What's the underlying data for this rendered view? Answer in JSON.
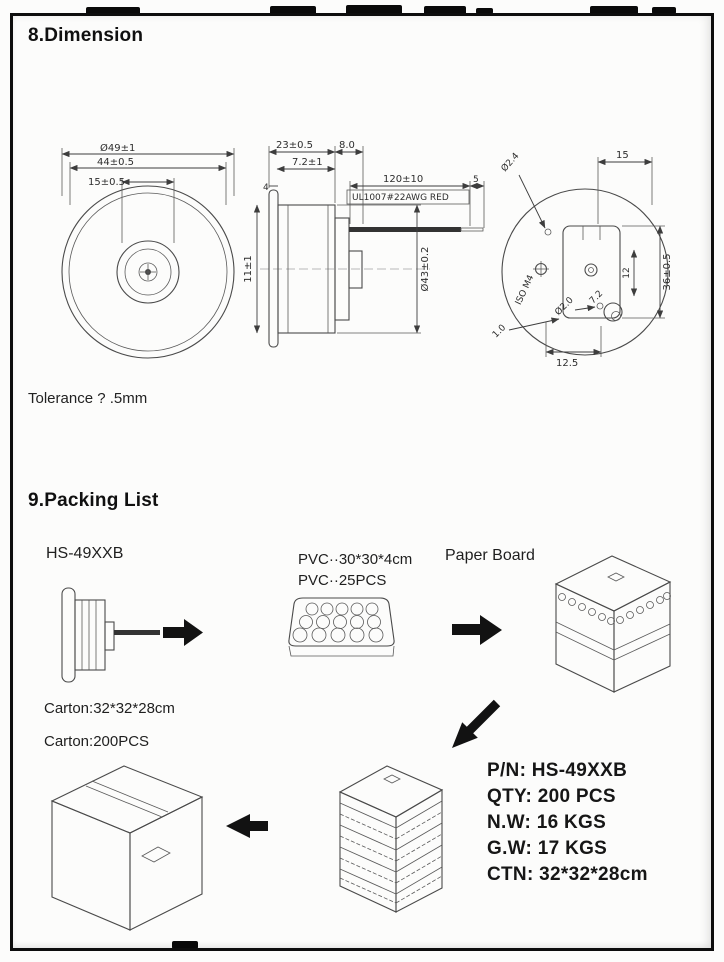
{
  "sections": {
    "dimension_title": "8.Dimension",
    "tolerance_note": "Tolerance ? .5mm",
    "packing_title": "9.Packing List"
  },
  "front_view": {
    "dia_outer": "Ø49±1",
    "dim_44": "44±0.5",
    "dim_15": "15±0.5"
  },
  "side_view": {
    "dim_23": "23±0.5",
    "dim_8": "8.0",
    "dim_72": "7.2±1",
    "dim_4": "4",
    "dim_120": "120±10",
    "wire_label": "UL1007#22AWG RED",
    "dim_5": "5",
    "dim_11": "11±1",
    "dia_43": "Ø43±0.2"
  },
  "back_view": {
    "dim_15": "15",
    "dia_24": "Ø2.4",
    "dim_36": "36±0.5",
    "dim_12": "12",
    "thread": "ISO M4",
    "dia_20": "Ø2.0",
    "dim_72": "7.2",
    "dim_10": "1.0",
    "dim_125": "12.5"
  },
  "packing": {
    "product_label": "HS-49XXB",
    "pvc_line1": "PVC··30*30*4cm",
    "pvc_line2": "PVC··25PCS",
    "paper_board_label": "Paper Board",
    "carton_size": "Carton:32*32*28cm",
    "carton_qty": "Carton:200PCS",
    "summary": [
      "P/N: HS-49XXB",
      "QTY: 200 PCS",
      "N.W:  16 KGS",
      "G.W:  17 KGS",
      "CTN: 32*32*28cm"
    ]
  }
}
